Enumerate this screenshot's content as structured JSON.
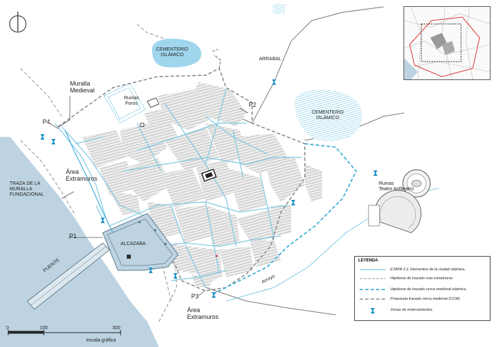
{
  "map": {
    "labels": {
      "cementerio_top": "CEMENTERIO\nISLÁMICO",
      "cementerio_right": "CEMENTERIO\nISLÁMICO",
      "arrabal": "ARRABAL",
      "muralla_medieval": "Muralla\nMedieval",
      "ruinas_foros": "Ruinas\nForos",
      "p1": "P1",
      "p2": "P2",
      "p3": "P3",
      "p4": "P4",
      "area_extramuros_left": "Área\nExtramuros",
      "area_extramuros_bottom": "Área\nExtramuros",
      "traza_muralla": "TRAZA DE LA\nMURALLA\nFUNDACIONAL",
      "alcazaba": "ALCAZABA",
      "puente": "PUENTE",
      "ruinas_teatro": "Ruinas\nTeatro Anfiteatro",
      "arroyo": "Arroyo"
    },
    "scale": {
      "ticks": [
        "0",
        "100",
        "300"
      ],
      "caption": "escala gráfica"
    },
    "legend": {
      "title": "LEYENDA",
      "items": [
        {
          "label": "ETAPA 2.2. Elementos de la ciudad islámica.",
          "symbol": "solid-light-blue-line"
        },
        {
          "label": "Hipótesis de trazado vías extramuros",
          "symbol": "dashed-gray-line"
        },
        {
          "label": "Hipótesis de trazado cerca medieval islámica",
          "symbol": "dashed-blue-line"
        },
        {
          "label": "Propuesta trazado cerca medieval (CCM)",
          "symbol": "dashed-dark-gray-line"
        },
        {
          "label": "Zonas de enterramientos",
          "symbol": "burial-marker"
        }
      ]
    },
    "colors": {
      "river": "#bdd3e2",
      "street": "#7ec8e3",
      "wall_islamic": "#3fb0d9",
      "wall_medieval": "#8a8a8a",
      "cemetery_fill": "#9fd6ee",
      "hatch": "#9a9a9a",
      "marker": "#1e8fc7"
    }
  }
}
